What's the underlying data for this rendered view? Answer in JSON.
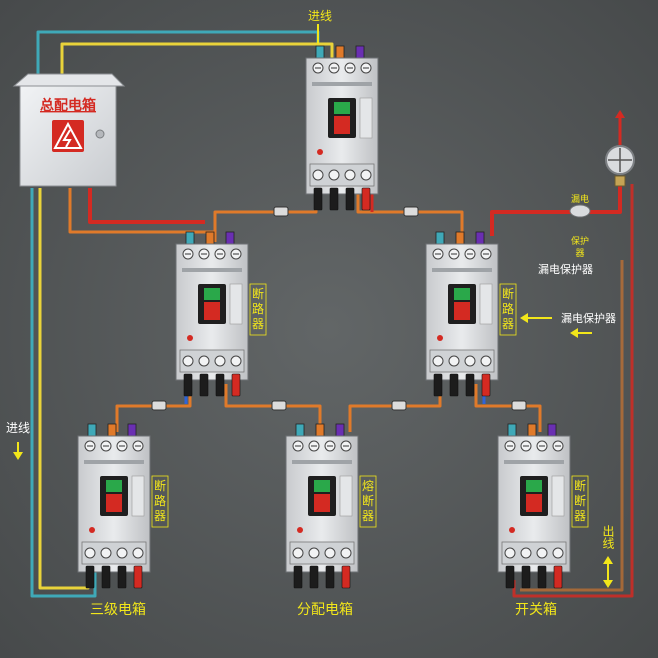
{
  "labels": {
    "main_box": "总配电箱",
    "top_incoming": "进线",
    "left_incoming": "进线",
    "outgoing": "出线",
    "leak_protector_upper": "漏电保护器",
    "leak_protector_side": "漏电保护器",
    "breaker_word": "断路器",
    "fuse_word": "熔断器",
    "breaker_word_alt": "断断器",
    "level3_box": "三级电箱",
    "distribution_box": "分配电箱",
    "switch_box": "开关箱",
    "small_line_top": "漏电",
    "small_line_mid": "保护",
    "small_line_bot": "器"
  },
  "colors": {
    "background": "#55595a",
    "wire_red": "#d42a22",
    "wire_orange": "#e07a2a",
    "wire_yellow": "#e9d33a",
    "wire_cyan": "#3fa9b8",
    "wire_blue": "#2f63d8",
    "wire_purple": "#6a2fb2",
    "label_yellow": "#f2e61a",
    "label_white": "#ffffff",
    "breaker_body": "#d9dbde",
    "breaker_dark": "#2a2a2a"
  },
  "icons": [
    "high-voltage-icon",
    "meter-icon",
    "arrow-down-icon",
    "arrow-left-icon",
    "arrow-updown-icon"
  ]
}
